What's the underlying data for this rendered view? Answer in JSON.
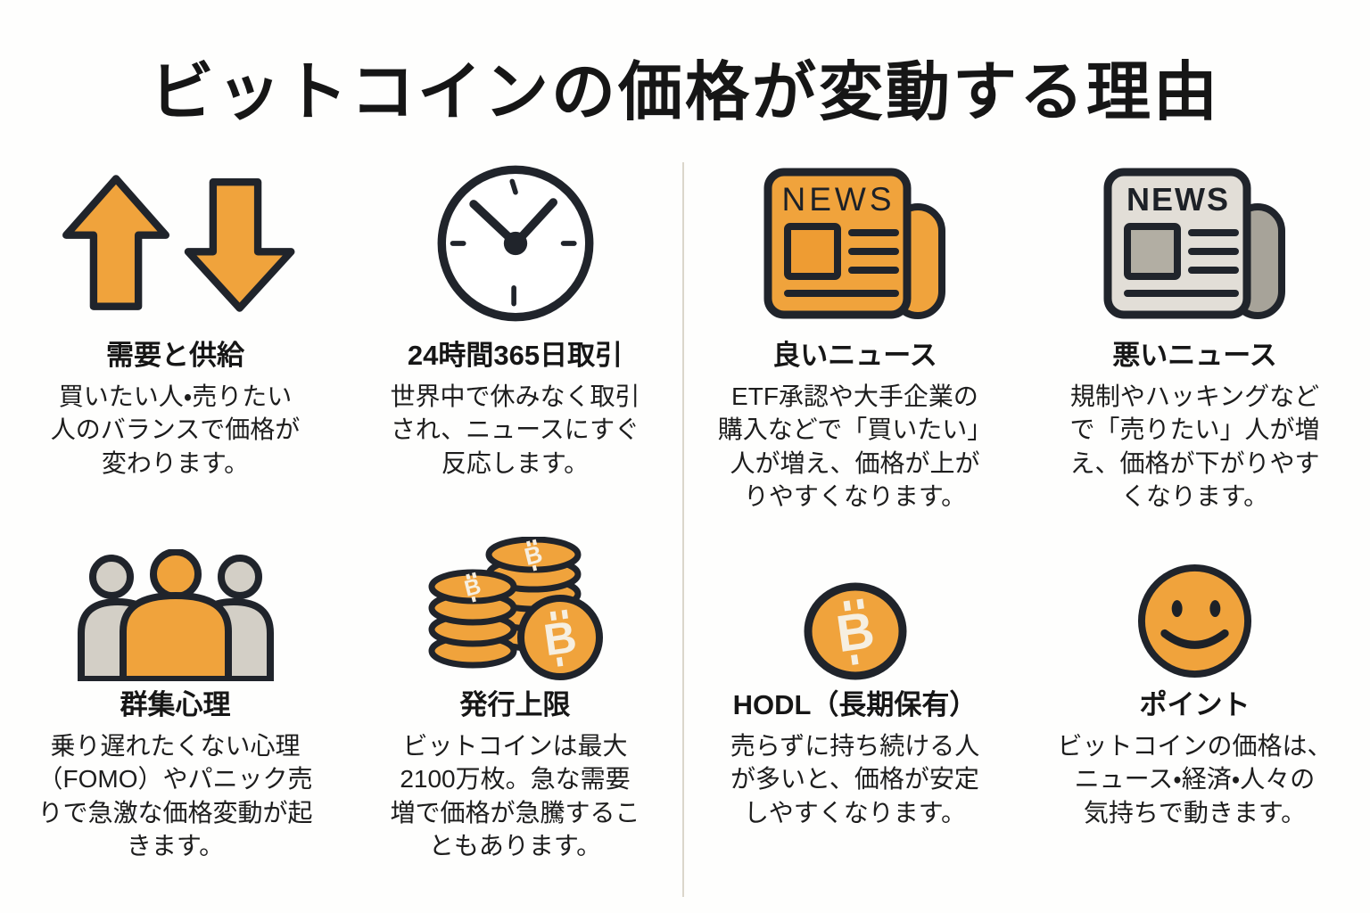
{
  "title": "ビットコインの価格が変動する理由",
  "news_label": "NEWS",
  "colors": {
    "orange": "#F0A33C",
    "orange_deep": "#EE9C33",
    "outline_dark": "#20242B",
    "gray_paper": "#E2DED7",
    "gray_box": "#B2AEA3",
    "gray_roll": "#A7A399",
    "gray_person": "#D3CFC6",
    "cream": "#F6EFE1",
    "divider": "#DBD6CB",
    "background": "#FFFFFF",
    "text": "#1C1C1C"
  },
  "sections": [
    {
      "id": "supply-demand",
      "icon": "up-down-arrows",
      "heading": "需要と供給",
      "body": "買いたい人・売りたい\n人のバランスで価格が\n変わります。"
    },
    {
      "id": "trading-24-365",
      "icon": "clock",
      "heading": "24時間365日取引",
      "body": "世界中で休みなく取引\nされ、ニュースにすぐ\n反応します。"
    },
    {
      "id": "good-news",
      "icon": "newspaper-orange",
      "heading": "良いニュース",
      "body": "ETF承認や大手企業の\n購入などで「買いたい」\n人が増え、価格が上が\nりやすくなります。"
    },
    {
      "id": "bad-news",
      "icon": "newspaper-gray",
      "heading": "悪いニュース",
      "body": "規制やハッキングなど\nで「売りたい」人が増\nえ、価格が下がりやす\nくなります。"
    },
    {
      "id": "herd-mentality",
      "icon": "crowd",
      "heading": "群集心理",
      "body": "乗り遅れたくない心理\n（FOMO）やパニック売\nりで急激な価格変動が起\nきます。"
    },
    {
      "id": "supply-cap",
      "icon": "bitcoin-coin-stack",
      "heading": "発行上限",
      "body": "ビットコインは最大\n2100万枚。急な需要\n増で価格が急騰するこ\nともあります。"
    },
    {
      "id": "hodl",
      "icon": "bitcoin-coin",
      "heading": "HODL（長期保有）",
      "body": "売らずに持ち続ける人\nが多いと、価格が安定\nしやすくなります。"
    },
    {
      "id": "point",
      "icon": "smiley-face",
      "heading": "ポイント",
      "body": "ビットコインの価格は、\nニュース・経済・人々の\n気持ちで動きます。"
    }
  ]
}
